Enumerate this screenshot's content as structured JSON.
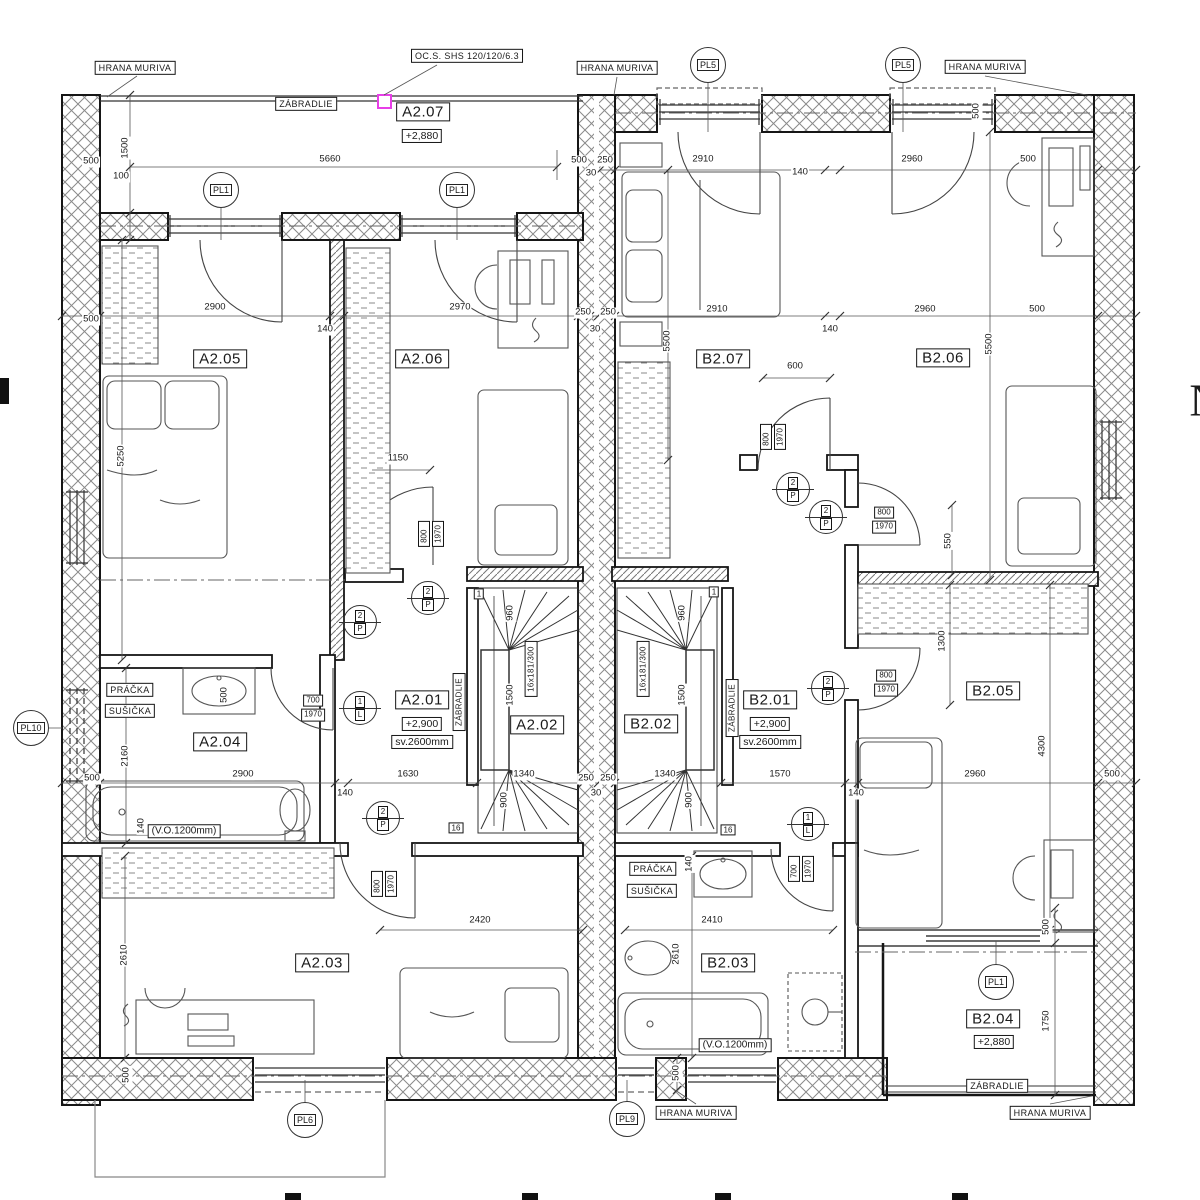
{
  "drawing": {
    "steel_note": "OC.S. SHS 120/120/6.3",
    "north": "N"
  },
  "labels": {
    "hrana_muriva": "HRANA MURIVA",
    "zabradlie": "ZÁBRADLIE",
    "pracka": "PRÁČKA",
    "susicka": "SUŠIČKA",
    "vo1200": "(V.O.1200mm)",
    "stair_spec": "16x181/300"
  },
  "rooms": {
    "a201": {
      "name": "A2.01",
      "level": "+2,900",
      "clear_height": "sv.2600mm"
    },
    "a202": {
      "name": "A2.02"
    },
    "a203": {
      "name": "A2.03"
    },
    "a204": {
      "name": "A2.04"
    },
    "a205": {
      "name": "A2.05"
    },
    "a206": {
      "name": "A2.06"
    },
    "a207": {
      "name": "A2.07",
      "level": "+2,880"
    },
    "b201": {
      "name": "B2.01",
      "level": "+2,900",
      "clear_height": "sv.2600mm"
    },
    "b202": {
      "name": "B2.02"
    },
    "b203": {
      "name": "B2.03"
    },
    "b204": {
      "name": "B2.04",
      "level": "+2,880"
    },
    "b205": {
      "name": "B2.05"
    },
    "b206": {
      "name": "B2.06"
    },
    "b207": {
      "name": "B2.07"
    }
  },
  "plates": {
    "pl1": "PL1",
    "pl5": "PL5",
    "pl6": "PL6",
    "pl9": "PL9",
    "pl10": "PL10"
  },
  "window_marks": {
    "n2": "2",
    "p": "P",
    "n1": "1",
    "l": "L"
  },
  "stairs": {
    "first": "1",
    "last": "16"
  },
  "door_sizes": {
    "w800": "800",
    "w700": "700",
    "h1970": "1970"
  },
  "dims": {
    "d30": "30",
    "d100": "100",
    "d140": "140",
    "d250": "250",
    "d500": "500",
    "d550": "550",
    "d600": "600",
    "d900": "900",
    "d960": "960",
    "d1150": "1150",
    "d1300": "1300",
    "d1340": "1340",
    "d1500": "1500",
    "d1570": "1570",
    "d1630": "1630",
    "d1750": "1750",
    "d2160": "2160",
    "d2410": "2410",
    "d2420": "2420",
    "d2610": "2610",
    "d2900": "2900",
    "d2910": "2910",
    "d2960": "2960",
    "d2970": "2970",
    "d4300": "4300",
    "d5250": "5250",
    "d5500": "5500",
    "d5660": "5660"
  },
  "colors": {
    "marker_magenta": "#e83fe8",
    "line": "#1a1a1a"
  }
}
